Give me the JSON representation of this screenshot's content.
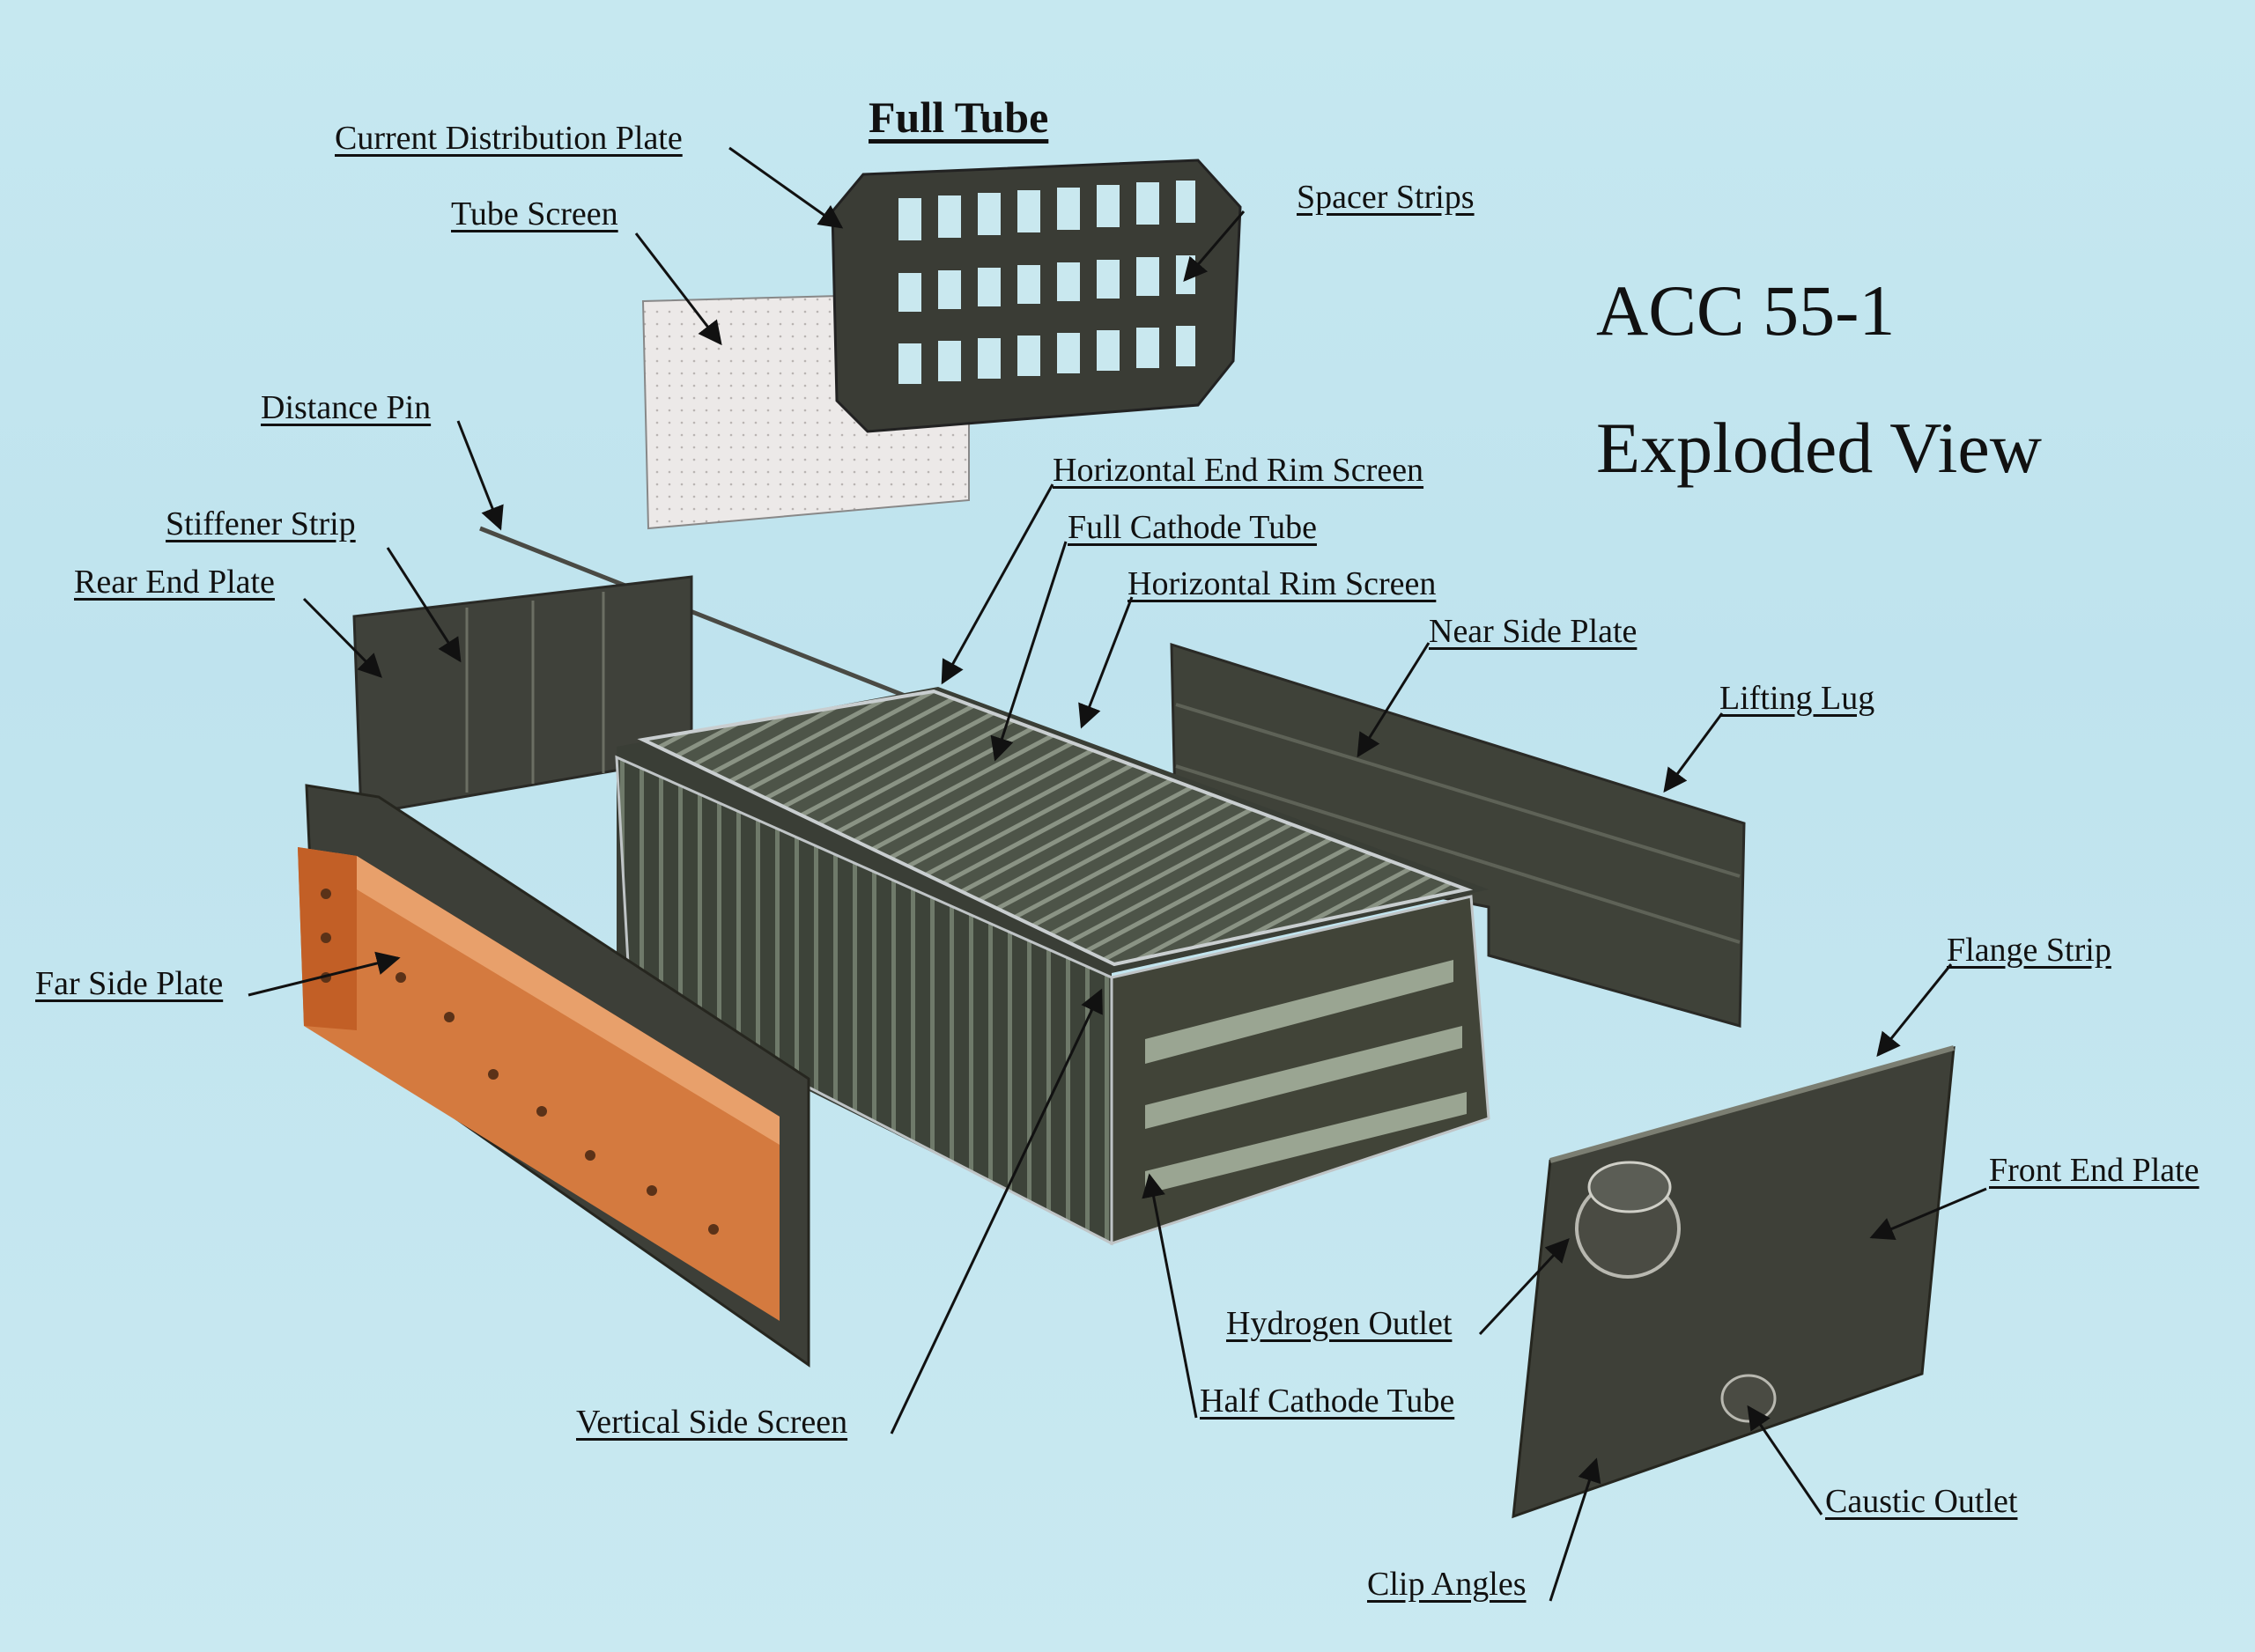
{
  "title": "Full Tube",
  "heading": {
    "line1": "ACC 55-1",
    "line2": "Exploded View"
  },
  "labels": {
    "current_distribution_plate": "Current Distribution Plate",
    "tube_screen": "Tube Screen",
    "spacer_strips": "Spacer Strips",
    "distance_pin": "Distance Pin",
    "horizontal_end_rim_screen": "Horizontal End Rim Screen",
    "full_cathode_tube": "Full Cathode Tube",
    "horizontal_rim_screen": "Horizontal Rim Screen",
    "near_side_plate": "Near Side Plate",
    "lifting_lug": "Lifting Lug",
    "stiffener_strip": "Stiffener Strip",
    "rear_end_plate": "Rear End Plate",
    "far_side_plate": "Far Side Plate",
    "flange_strip": "Flange Strip",
    "front_end_plate": "Front End Plate",
    "hydrogen_outlet": "Hydrogen Outlet",
    "half_cathode_tube": "Half Cathode Tube",
    "vertical_side_screen": "Vertical Side Screen",
    "caustic_outlet": "Caustic Outlet",
    "clip_angles": "Clip Angles"
  },
  "colors": {
    "background": "#c6e8f0",
    "steel": "#3b3d36",
    "copper": "#d2723a",
    "screen": "#ece9e8",
    "ink": "#111111"
  }
}
